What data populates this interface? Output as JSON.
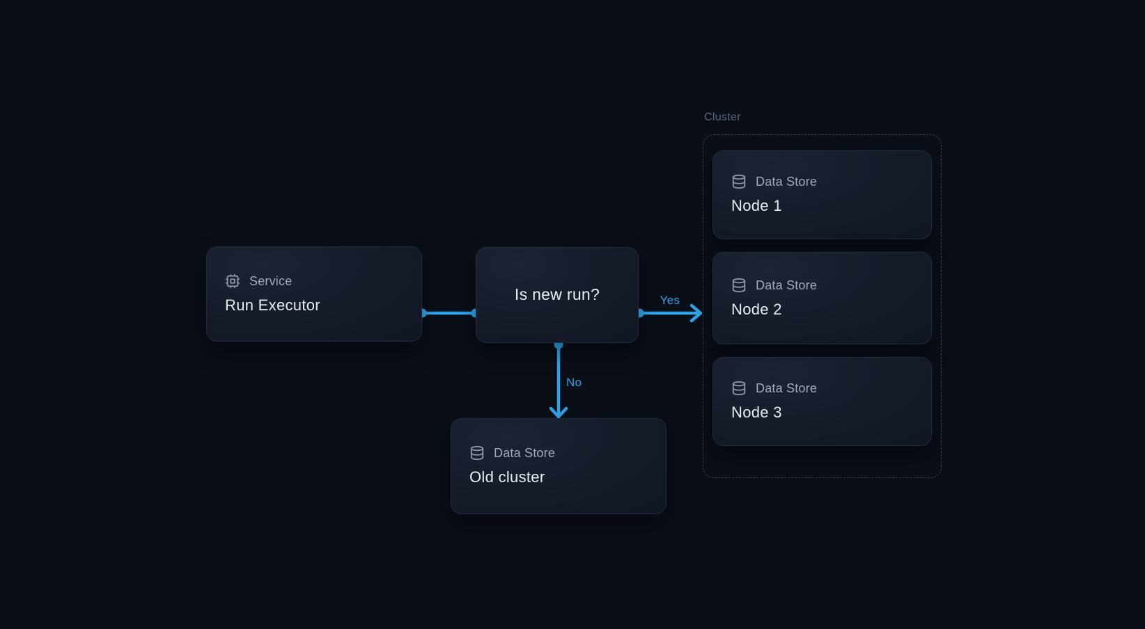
{
  "page": {
    "background": "#0a0e17"
  },
  "diagram": {
    "cluster": {
      "label": "Cluster",
      "nodes": [
        {
          "type_label": "Data Store",
          "title": "Node 1",
          "icon": "database-icon"
        },
        {
          "type_label": "Data Store",
          "title": "Node 2",
          "icon": "database-icon"
        },
        {
          "type_label": "Data Store",
          "title": "Node 3",
          "icon": "database-icon"
        }
      ]
    },
    "nodes": {
      "run_executor": {
        "type_label": "Service",
        "title": "Run Executor",
        "icon": "cpu-icon"
      },
      "decision": {
        "title": "Is new run?"
      },
      "old_cluster": {
        "type_label": "Data Store",
        "title": "Old cluster",
        "icon": "database-icon"
      }
    },
    "edges": {
      "yes_label": "Yes",
      "no_label": "No"
    },
    "colors": {
      "accent_blue": "#2fa4ea",
      "card_border": "#242c3b",
      "dashed_border": "#3a4450",
      "title_text": "#eaeef4",
      "type_label_text": "#a0aabb",
      "cluster_label_text": "#5c6678"
    }
  }
}
